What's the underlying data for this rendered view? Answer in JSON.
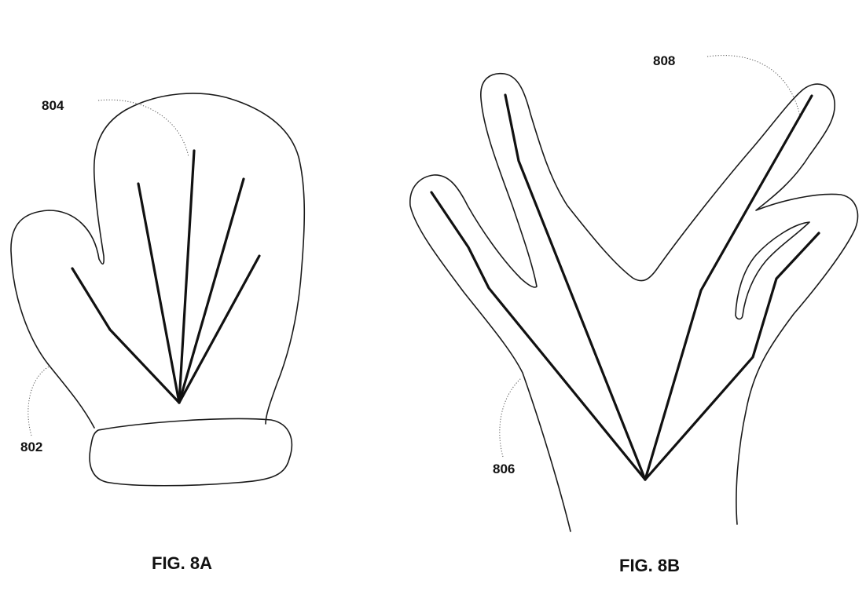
{
  "figures": [
    {
      "caption": "FIG. 8A",
      "subject": "mitten",
      "labels": {
        "outline": "802",
        "skeleton": "804"
      }
    },
    {
      "caption": "FIG. 8B",
      "subject": "hand",
      "labels": {
        "outline": "806",
        "skeleton": "808"
      }
    }
  ],
  "colors": {
    "line": "#1a1a1a",
    "leader": "#555555",
    "background": "#ffffff"
  }
}
